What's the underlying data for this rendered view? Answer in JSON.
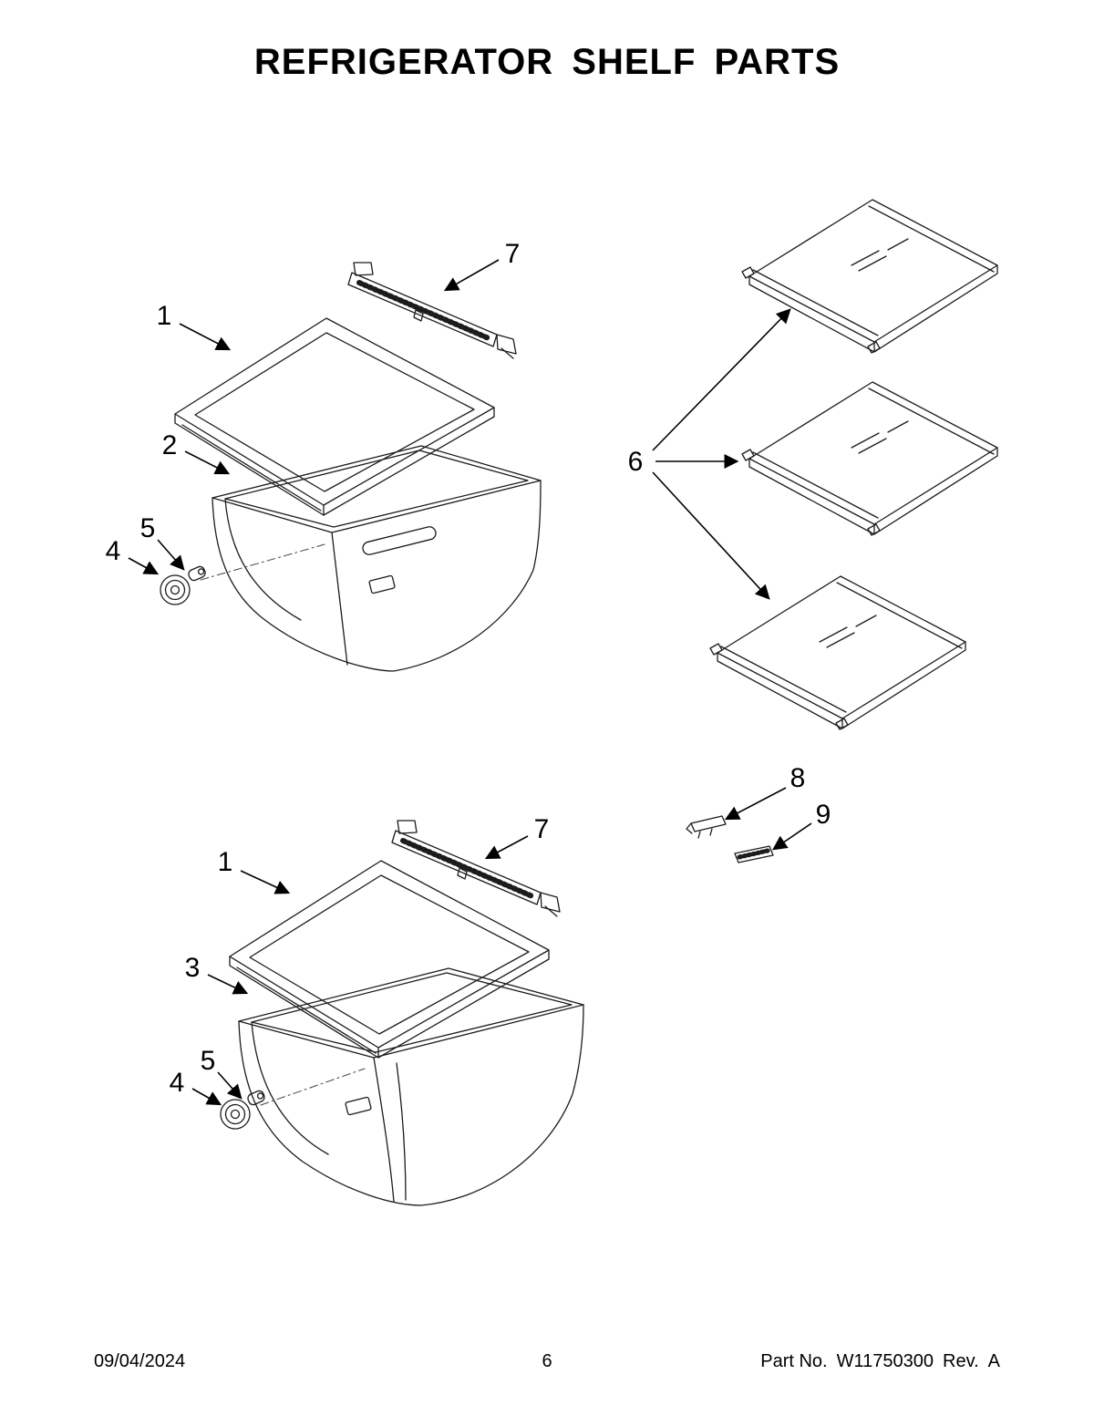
{
  "header": {
    "title": "REFRIGERATOR SHELF PARTS"
  },
  "footer": {
    "date": "09/04/2024",
    "page_number": "6",
    "part_label": "Part No.",
    "part_number": "W11750300",
    "revision": "Rev.  A"
  },
  "colors": {
    "ink": "#000000",
    "background": "#ffffff"
  },
  "diagram": {
    "callouts": {
      "top_shelf": "1",
      "top_drawer": "2",
      "top_roller": "4",
      "top_axle": "5",
      "glass_shelves": "6",
      "top_rail": "7",
      "clip_a": "8",
      "clip_b": "9",
      "bottom_shelf": "1",
      "bottom_drawer": "3",
      "bottom_roller": "4",
      "bottom_axle": "5",
      "bottom_rail": "7"
    }
  }
}
